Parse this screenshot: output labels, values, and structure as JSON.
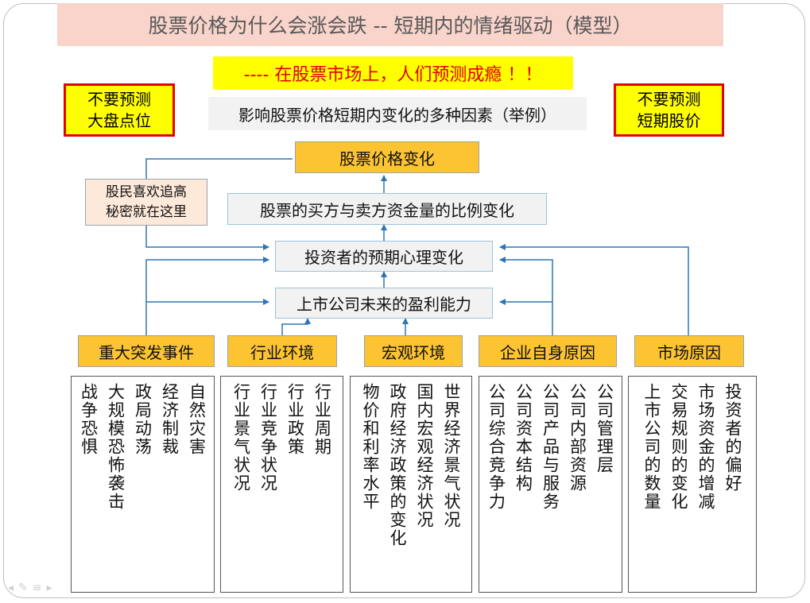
{
  "title": "股票价格为什么会涨会跌 -- 短期内的情绪驱动（模型）",
  "banner": "---- 在股票市场上，人们预测成瘾 ！！",
  "warning_left": [
    "不要预测",
    "大盘点位"
  ],
  "warning_right": [
    "不要预测",
    "短期股价"
  ],
  "subtitle": "影响股票价格短期内变化的多种因素（举例）",
  "note": [
    "股民喜欢追高",
    "秘密就在这里"
  ],
  "chain": {
    "price_change": "股票价格变化",
    "fund_ratio": "股票的买方与卖方资金量的比例变化",
    "psychology": "投资者的预期心理变化",
    "profitability": "上市公司未来的盈利能力"
  },
  "categories": [
    {
      "label": "重大突发事件",
      "items": [
        "战争恐惧",
        "大规模恐怖袭击",
        "政局动荡",
        "经济制裁",
        "自然灾害"
      ]
    },
    {
      "label": "行业环境",
      "items": [
        "行业景气状况",
        "行业竞争状况",
        "行业政策",
        "行业周期"
      ]
    },
    {
      "label": "宏观环境",
      "items": [
        "物价和利率水平",
        "政府经济政策的变化",
        "国内宏观经济状况",
        "世界经济景气状况"
      ]
    },
    {
      "label": "企业自身原因",
      "items": [
        "公司综合竞争力",
        "公司资本结构",
        "公司产品与服务",
        "公司内部资源",
        "公司管理层"
      ]
    },
    {
      "label": "市场原因",
      "items": [
        "上市公司的数量",
        "交易规则的变化",
        "市场资金的增减",
        "投资者的偏好"
      ]
    }
  ],
  "colors": {
    "title_bg": "#f9d4cb",
    "banner_bg": "#ffff00",
    "banner_text": "#e00000",
    "warning_border": "#e60000",
    "orange_box": "#fcc333",
    "grey_box": "#f2f2f2",
    "note_box": "#fde9d9",
    "arrow": "#2e75b6"
  }
}
